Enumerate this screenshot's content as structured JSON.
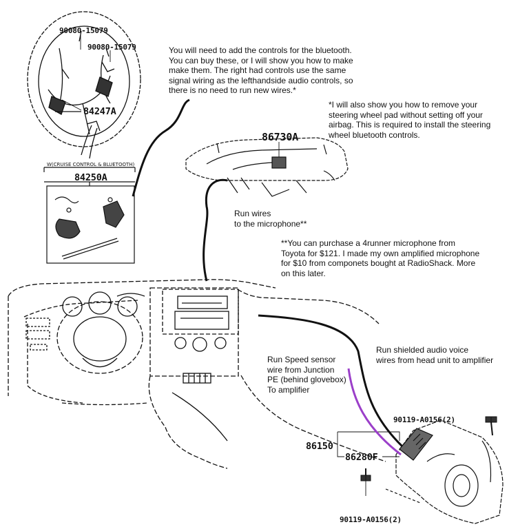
{
  "notes": {
    "controls": "You will need to add the controls for the bluetooth.\nYou can buy these, or I will show you how to make\nmake them. The right had controls use the same\nsignal wiring as the lefthandside audio controls, so\nthere is no need to run new wires.*",
    "airbag": "*I will also show you how to remove your\nsteering wheel pad without setting off your\nairbag. This is required to install the steering\nwheel bluetooth controls.",
    "mic_wires": "Run wires\nto the microphone**",
    "mic_purchase": "**You can purchase a 4runner microphone from\nToyota for $121. I made my own amplified microphone\nfor $10 from componets bought at RadioShack. More\non this later.",
    "speed_sensor": "Run Speed sensor\nwire from Junction\nPE (behind glovebox)\nTo amplifier",
    "shielded_audio": "Run shielded audio voice\nwires from head unit to amplifier"
  },
  "part_numbers": {
    "screw_top_left": "90080-15079",
    "screw_top_right": "90080-15079",
    "switch_wheel": "84247A",
    "switch_assy": "84250A",
    "microphone": "86730A",
    "amplifier_assy": "86150",
    "amplifier": "86280F",
    "bolt_top": "90119-A0156(2)",
    "bolt_bottom": "90119-A0156(2)"
  },
  "labels": {
    "cruise_bt": "W(CRUISE CONTROL & BLUETOOTH)"
  },
  "colors": {
    "line": "#111111",
    "speed_wire": "#9b3fc9"
  }
}
